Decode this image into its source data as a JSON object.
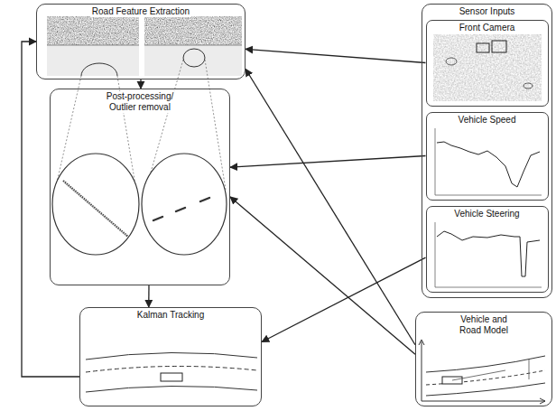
{
  "diagram": {
    "nodes": [
      {
        "text": [
          "Road Feature Extraction"
        ]
      },
      {
        "text": [
          "Sensor Inputs"
        ]
      },
      {
        "text": [
          "Front Camera"
        ],
        "in": 1
      },
      {
        "text": [
          "Vehicle Speed"
        ],
        "in": 1
      },
      {
        "text": [
          "Vehicle Steering"
        ],
        "in": 1
      },
      {
        "text": [
          "Post-processing/ Outlier removal"
        ]
      },
      {
        "text": [
          "Kalman Tracking"
        ]
      },
      {
        "text": [
          "Vehicle and Road Model"
        ]
      }
    ],
    "edges": [
      {
        "from": 2,
        "to": 0,
        "arrow": "to"
      },
      {
        "from": 7,
        "to": 0,
        "arrow": "to"
      },
      {
        "from": 3,
        "to": 5,
        "arrow": "to"
      },
      {
        "from": 7,
        "to": 5,
        "arrow": "to"
      },
      {
        "from": 4,
        "to": 6,
        "arrow": "to"
      },
      {
        "from": 0,
        "to": 5,
        "arrow": "to"
      },
      {
        "from": 5,
        "to": 6,
        "arrow": "to"
      },
      {
        "from": 6,
        "to": 0,
        "arrow": "to"
      }
    ]
  }
}
